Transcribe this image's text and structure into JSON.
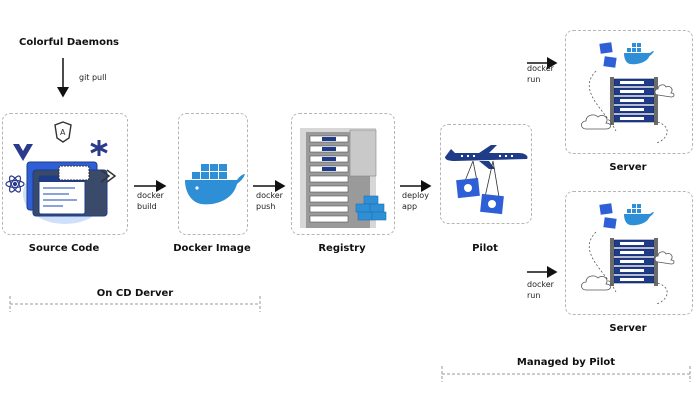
{
  "top_label": "Colorful Daemons",
  "git_pull": "git pull",
  "nodes": {
    "source_code": "Source Code",
    "docker_image": "Docker Image",
    "registry": "Registry",
    "pilot": "Pilot",
    "server_top": "Server",
    "server_bottom": "Server"
  },
  "edges": {
    "docker_build": "docker\nbuild",
    "docker_push": "docker\npush",
    "deploy_app": "deploy\napp",
    "docker_run_top": "docker\nrun",
    "docker_run_bottom": "docker\nrun"
  },
  "groups": {
    "cd_server": "On CD Derver",
    "managed": "Managed by Pilot"
  },
  "colors": {
    "docker_blue": "#2f8fd6",
    "navy": "#1f3c88",
    "rack_gray": "#9a9a9a",
    "border_dash": "#b5b5b5"
  }
}
